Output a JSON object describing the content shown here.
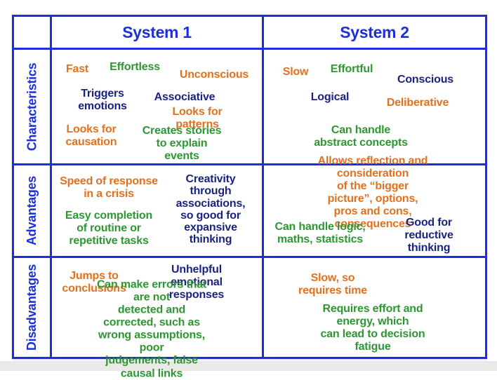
{
  "colors": {
    "blue": "#1e2ed8",
    "orange": "#e0711f",
    "green": "#2e9632",
    "navy": "#1b2380",
    "background": "#ffffff",
    "footer_grey": "#ebe9e8"
  },
  "headers": {
    "system1": "System 1",
    "system2": "System 2"
  },
  "row_labels": {
    "characteristics": "Characteristics",
    "advantages": "Advantages",
    "disadvantages": "Disadvantages"
  },
  "characteristics": {
    "system1": {
      "fast": "Fast",
      "effortless": "Effortless",
      "unconscious": "Unconscious",
      "triggers_emotions": "Triggers\nemotions",
      "associative": "Associative",
      "looks_for_patterns": "Looks for patterns",
      "looks_for_causation": "Looks for\ncausation",
      "creates_stories": "Creates stories\nto explain events"
    },
    "system2": {
      "slow": "Slow",
      "effortful": "Effortful",
      "conscious": "Conscious",
      "logical": "Logical",
      "deliberative": "Deliberative",
      "can_handle_abstract": "Can handle\nabstract concepts"
    }
  },
  "advantages": {
    "system1": {
      "speed_of_response": "Speed of response\nin a crisis",
      "easy_completion": "Easy completion\nof routine or\nrepetitive tasks",
      "creativity": "Creativity\nthrough\nassociations,\nso good for\nexpansive\nthinking"
    },
    "system2": {
      "allows_reflection": "Allows reflection and consideration\nof the “bigger picture”, options,\npros and cons, consequences",
      "can_handle_logic": "Can handle logic,\nmaths, statistics",
      "good_for_reductive": "Good for\nreductive thinking"
    }
  },
  "disadvantages": {
    "system1": {
      "jumps_to_conclusions": "Jumps to\nconclusions",
      "unhelpful_emotional": "Unhelpful emotional\nresponses",
      "can_make_errors": "Can make errors that are not\ndetected and corrected, such as\nwrong assumptions, poor\njudgements, false causal links"
    },
    "system2": {
      "slow_requires_time": "Slow, so\nrequires time",
      "requires_effort": "Requires effort and energy, which\ncan lead to decision fatigue"
    }
  }
}
